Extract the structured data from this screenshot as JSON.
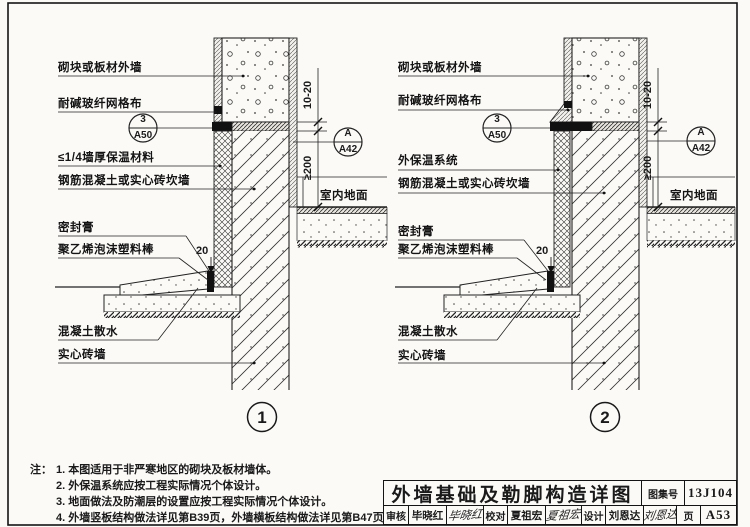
{
  "page": {
    "paper_color": "#fbfaf7",
    "ink_color": "#1a1a1a"
  },
  "details": [
    {
      "number": "1",
      "labels": {
        "wall": "砌块或板材外墙",
        "mesh": "耐碱玻纤网格布",
        "insulation": "≤1/4墙厚保温材料",
        "plinth": "钢筋混凝土或实心砖坎墙",
        "sealant": "密封膏",
        "foam_rod": "聚乙烯泡沫塑料棒",
        "apron": "混凝土散水",
        "brick": "实心砖墙",
        "indoor_floor": "室内地面"
      },
      "refs": {
        "detail_ref": {
          "num": "3",
          "page": "A50"
        },
        "section_ref": {
          "num": "A",
          "page": "A42"
        }
      },
      "dims": {
        "band": "10-20",
        "plinth_height": "≥200",
        "gap": "20"
      }
    },
    {
      "number": "2",
      "labels": {
        "wall": "砌块或板材外墙",
        "mesh": "耐碱玻纤网格布",
        "insulation": "外保温系统",
        "plinth": "钢筋混凝土或实心砖坎墙",
        "sealant": "密封膏",
        "foam_rod": "聚乙烯泡沫塑料棒",
        "apron": "混凝土散水",
        "brick": "实心砖墙",
        "indoor_floor": "室内地面"
      },
      "refs": {
        "detail_ref": {
          "num": "3",
          "page": "A50"
        },
        "section_ref": {
          "num": "A",
          "page": "A42"
        }
      },
      "dims": {
        "band": "10-20",
        "plinth_height": "≥200",
        "gap": "20"
      }
    }
  ],
  "notes": {
    "prefix": "注：",
    "items": [
      "1.  本图适用于非严寒地区的砌块及板材墙体。",
      "2.  外保温系统应按工程实际情况个体设计。",
      "3.  地面做法及防潮层的设置应按工程实际情况个体设计。",
      "4.  外墙竖板结构做法详见第B39页，外墙横板结构做法详见第B47页。"
    ]
  },
  "titleblock": {
    "title": "外墙基础及勒脚构造详图",
    "atlas_label": "图集号",
    "atlas_no": "13J104",
    "page_label": "页",
    "page_no": "A53",
    "reviewer_label": "审核",
    "reviewer": "毕晓红",
    "reviewer_sig": "毕晓红",
    "checker_label": "校对",
    "checker": "夏祖宏",
    "checker_sig": "夏祖宏",
    "designer_label": "设计",
    "designer": "刘恩达",
    "designer_sig": "刘恩达"
  }
}
